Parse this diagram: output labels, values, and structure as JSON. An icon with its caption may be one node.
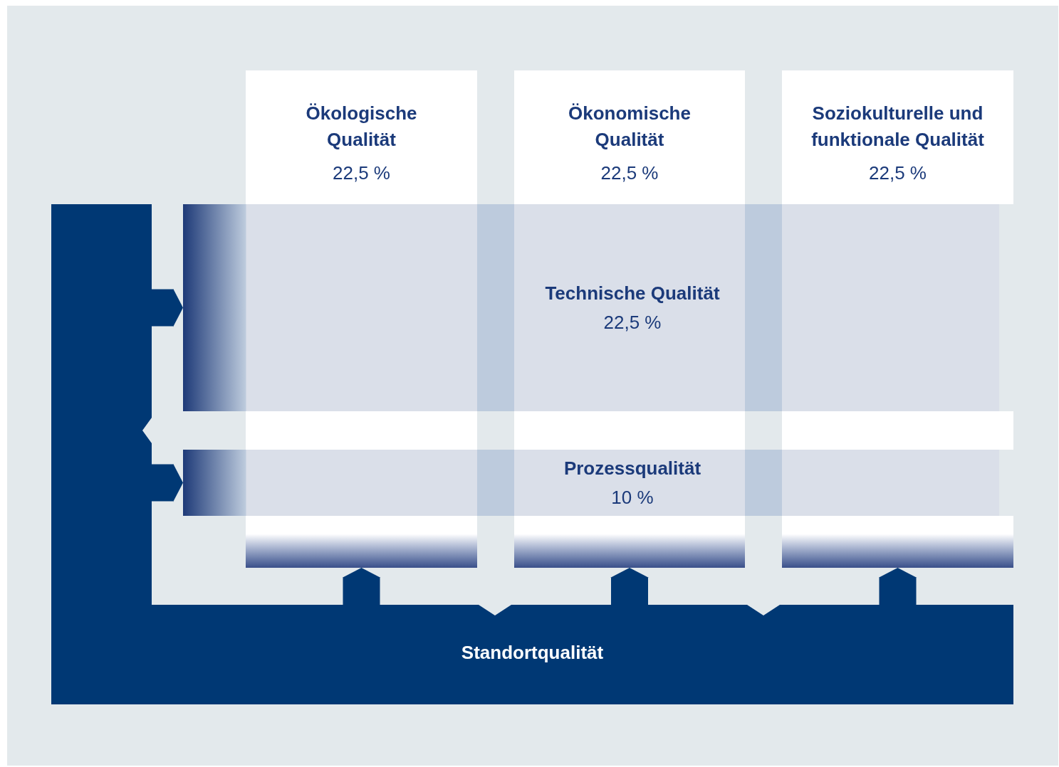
{
  "diagram": {
    "nodes": [
      {
        "text": [
          "Ökologische Qualität",
          "22,5 %"
        ]
      },
      {
        "text": [
          "Ökonomische Qualität",
          "22,5 %"
        ]
      },
      {
        "text": [
          "Soziokulturelle und funktionale Qualität",
          "22,5 %"
        ]
      },
      {
        "text": [
          "Technische Qualität",
          "22,5 %"
        ]
      },
      {
        "text": [
          "Prozessqualität",
          "10 %"
        ]
      },
      {
        "text": [
          "Standortqualität"
        ]
      },
      {
        "text": [],
        "shape": "bar"
      },
      {
        "text": [],
        "shape": "bar"
      },
      {
        "text": [],
        "shape": "bar"
      }
    ],
    "edges": [
      {
        "from": 5,
        "to": 3,
        "arrow": "to"
      },
      {
        "from": 5,
        "to": 4,
        "arrow": "to"
      },
      {
        "from": 5,
        "to": 6,
        "arrow": "to"
      },
      {
        "from": 5,
        "to": 7,
        "arrow": "to"
      },
      {
        "from": 5,
        "to": 8,
        "arrow": "to"
      }
    ]
  }
}
